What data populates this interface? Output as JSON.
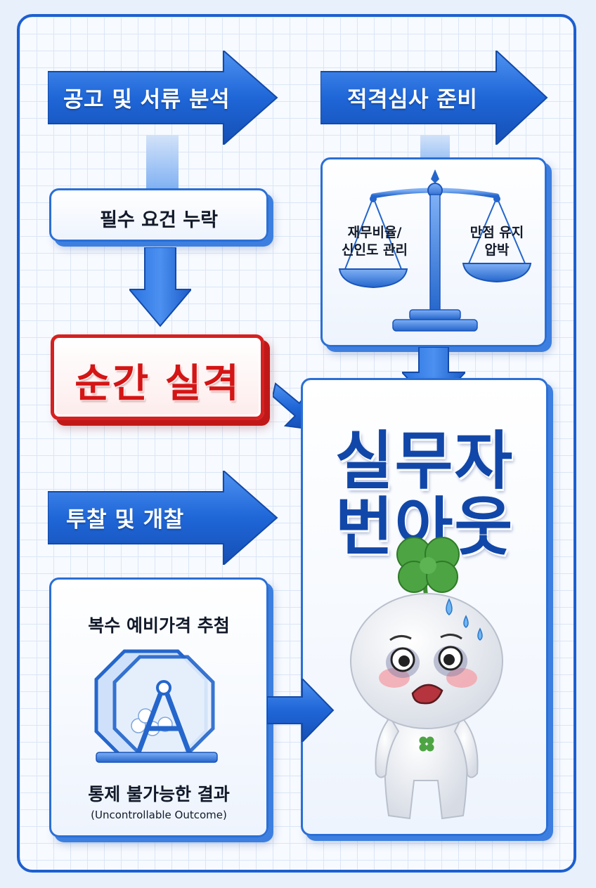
{
  "process": {
    "step1_label": "공고 및 서류 분석",
    "step2_label": "적격심사 준비",
    "step3_label": "투찰 및 개찰"
  },
  "missing_requirements": "필수 요건 누락",
  "instant_disqualification": "순간 실격",
  "balance": {
    "left_pan_line1": "재무비율/",
    "left_pan_line2": "신인도 관리",
    "right_pan_line1": "만점 유지",
    "right_pan_line2": "압박"
  },
  "lottery": {
    "title": "복수 예비가격 추첨",
    "result": "통제 불가능한 결과",
    "result_en": "(Uncontrollable Outcome)"
  },
  "outcome": {
    "line1": "실무자",
    "line2": "번아웃"
  },
  "colors": {
    "primary_blue": "#1c5fd0",
    "alert_red": "#d72020",
    "clover_green": "#3f9a3a"
  },
  "icons": [
    "balance-scale-icon",
    "lottery-drum-icon",
    "clover-icon",
    "sweat-drop-icon"
  ]
}
